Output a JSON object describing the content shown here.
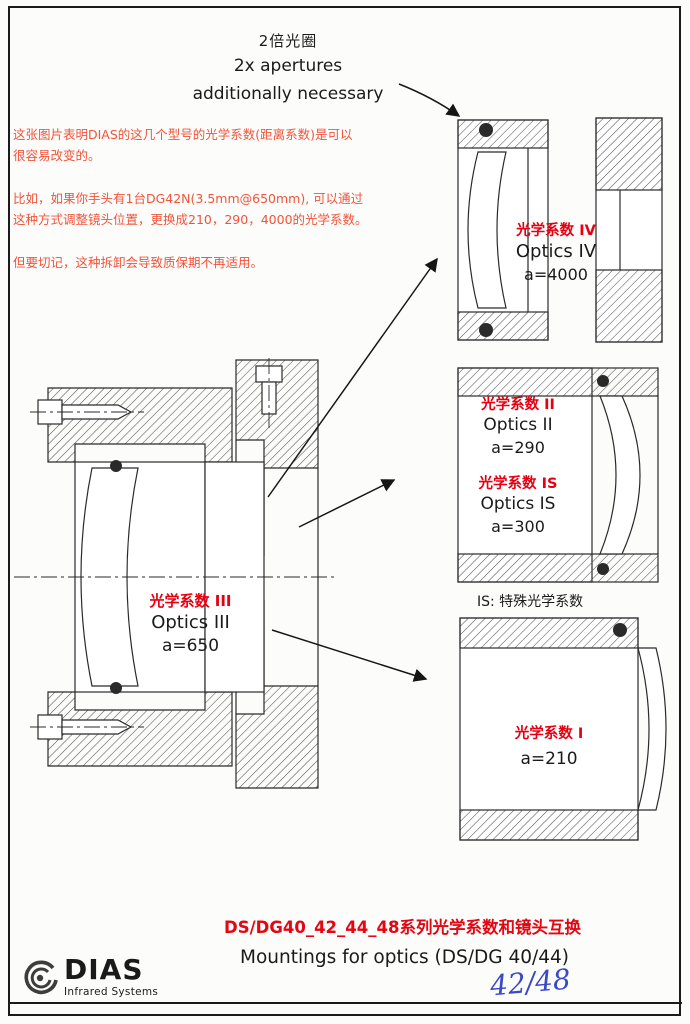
{
  "colors": {
    "description_red": "#f0543c",
    "label_red": "#e60012",
    "footer_red": "#e30613",
    "handwriting_blue": "#3a49c9"
  },
  "top_note": {
    "zh": "2倍光圈",
    "en_line1": "2x apertures",
    "en_line2": "additionally necessary"
  },
  "description": {
    "paragraphs": [
      [
        "这张图片表明DIAS的这几个型号的光学系数(距离系数)是可以",
        "很容易改变的。"
      ],
      [
        "比如，如果你手头有1台DG42N(3.5mm@650mm), 可以通过",
        "这种方式调整镜头位置，更换成210，290，4000的光学系数。"
      ],
      [
        "但要切记，这种拆卸会导致质保期不再适用。"
      ]
    ]
  },
  "optics_labels": {
    "optics_iii": {
      "zh": "光学系数 III",
      "en": "Optics III",
      "value": "a=650"
    },
    "optics_iv": {
      "zh": "光学系数 IV",
      "en": "Optics IV",
      "value": "a=4000"
    },
    "optics_ii": {
      "zh": "光学系数 II",
      "en": "Optics II",
      "value": "a=290"
    },
    "optics_is": {
      "zh": "光学系数 IS",
      "en": "Optics IS",
      "value": "a=300"
    },
    "optics_i": {
      "zh": "光学系数 I",
      "value": "a=210"
    },
    "is_note": "IS: 特殊光学系数"
  },
  "footer": {
    "title_zh": "DS/DG40_42_44_48系列光学系数和镜头互换",
    "title_en": "Mountings for optics (DS/DG 40/44)",
    "handwritten_note": "42/48"
  },
  "logo": {
    "name": "DIAS",
    "subtitle": "Infrared Systems"
  }
}
